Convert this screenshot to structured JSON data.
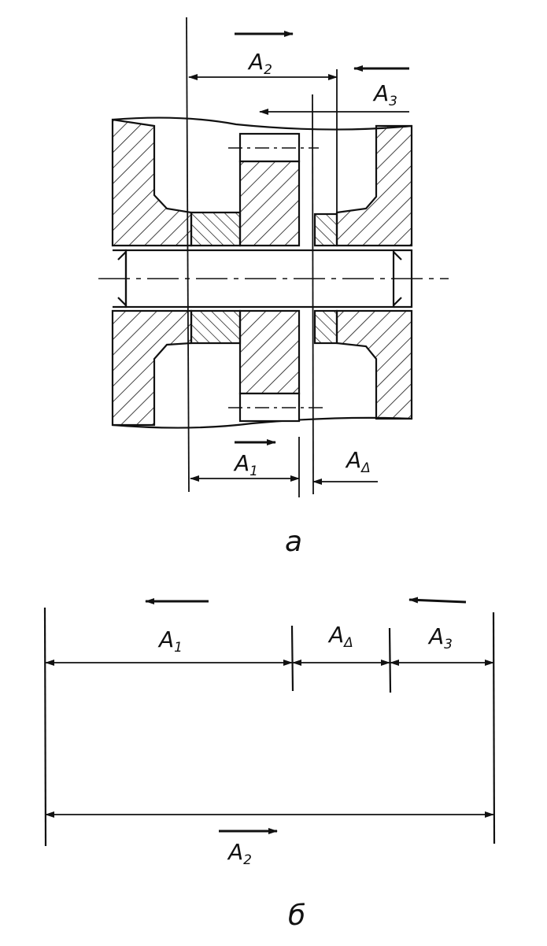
{
  "figure_a": {
    "caption": "a",
    "labels": {
      "A1": {
        "main": "A",
        "sub": "1"
      },
      "A2": {
        "main": "A",
        "sub": "2"
      },
      "A3": {
        "main": "A",
        "sub": "3"
      },
      "Ad": {
        "main": "A",
        "sub": "Δ"
      }
    }
  },
  "figure_b": {
    "caption": "б",
    "labels": {
      "A1": {
        "main": "A",
        "sub": "1"
      },
      "A2": {
        "main": "A",
        "sub": "2"
      },
      "A3": {
        "main": "A",
        "sub": "3"
      },
      "Ad": {
        "main": "A",
        "sub": "Δ"
      }
    }
  },
  "colors": {
    "ink": "#111111",
    "paper": "#ffffff"
  }
}
